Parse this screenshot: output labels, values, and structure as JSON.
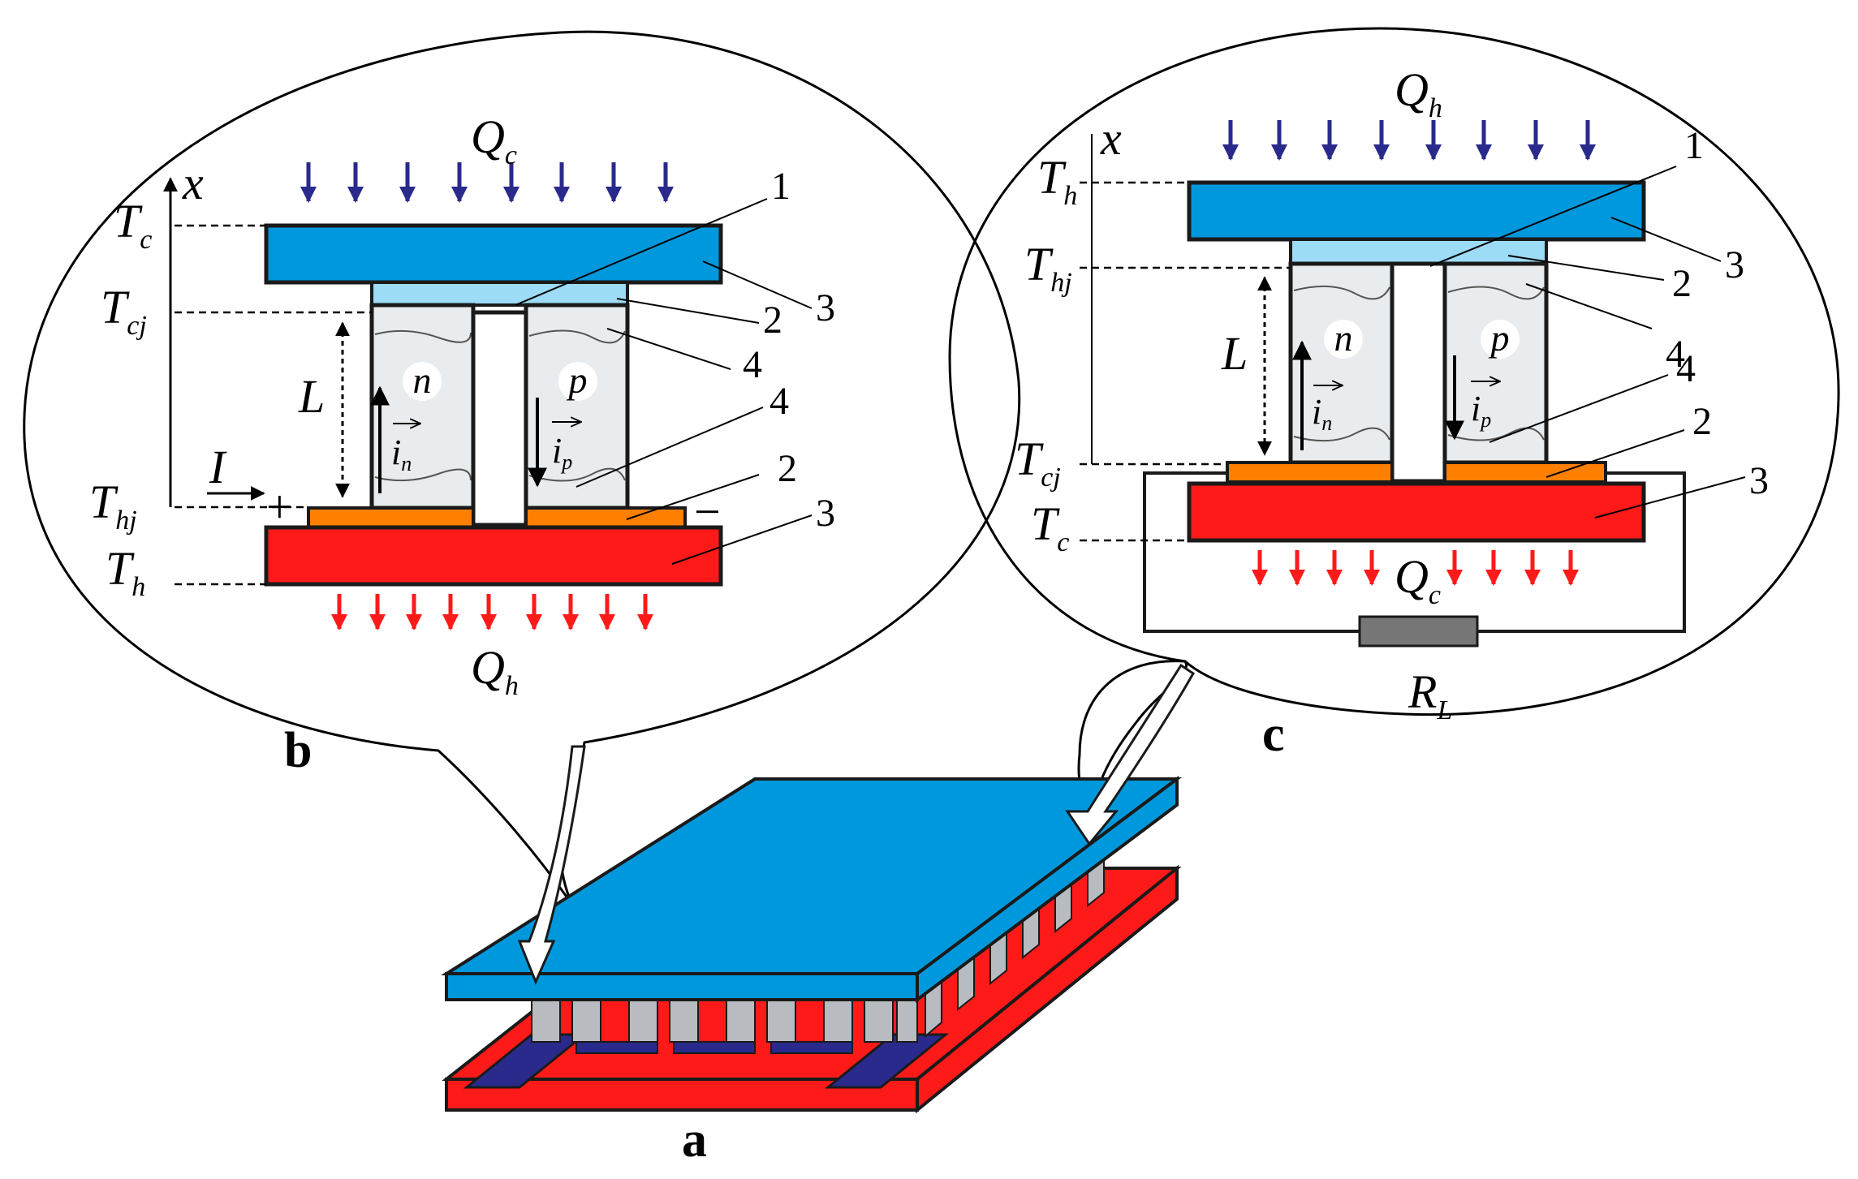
{
  "colors": {
    "ceramic_blue": "#0098dc",
    "junction_lightblue": "#9cdcf6",
    "hot_red": "#ff1a1a",
    "copper_orange": "#ff8000",
    "semiconductor_gray": "#e9ecee",
    "cold_arrow": "#2a2a8c",
    "hot_arrow": "#ff1a1a",
    "load_gray": "#777777"
  },
  "panel_a": {
    "label": "a"
  },
  "panel_b": {
    "label": "b",
    "heat_top": "Q",
    "heat_top_sub": "c",
    "heat_bottom": "Q",
    "heat_bottom_sub": "h",
    "axis": "x",
    "temps": [
      {
        "main": "T",
        "sub": "c"
      },
      {
        "main": "T",
        "sub": "cj"
      },
      {
        "main": "T",
        "sub": "hj"
      },
      {
        "main": "T",
        "sub": "h"
      }
    ],
    "length": "L",
    "current": "I",
    "plus": "+",
    "minus": "−",
    "leg_n": "n",
    "leg_p": "p",
    "i_n": "i",
    "i_n_sub": "n",
    "i_p": "i",
    "i_p_sub": "p",
    "callouts": [
      "1",
      "2",
      "3",
      "4",
      "4",
      "2",
      "3"
    ]
  },
  "panel_c": {
    "label": "c",
    "heat_top": "Q",
    "heat_top_sub": "h",
    "heat_bottom": "Q",
    "heat_bottom_sub": "c",
    "axis": "x",
    "temps": [
      {
        "main": "T",
        "sub": "h"
      },
      {
        "main": "T",
        "sub": "hj"
      },
      {
        "main": "T",
        "sub": "cj"
      },
      {
        "main": "T",
        "sub": "c"
      }
    ],
    "length": "L",
    "leg_n": "n",
    "leg_p": "p",
    "i_n": "i",
    "i_n_sub": "n",
    "i_p": "i",
    "i_p_sub": "p",
    "load": "R",
    "load_sub": "L",
    "callouts": [
      "1",
      "3",
      "2",
      "4",
      "4",
      "2",
      "3"
    ]
  }
}
